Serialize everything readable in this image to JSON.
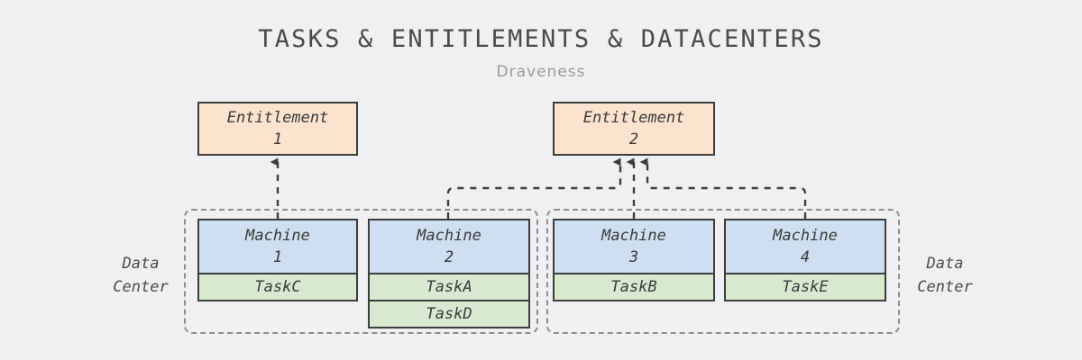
{
  "header": {
    "title": "TASKS & ENTITLEMENTS & DATACENTERS",
    "subtitle": "Draveness"
  },
  "entitlements": [
    {
      "name": "Entitlement",
      "index": "1"
    },
    {
      "name": "Entitlement",
      "index": "2"
    }
  ],
  "datacenters": [
    {
      "label_line1": "Data",
      "label_line2": "Center",
      "label_side": "left"
    },
    {
      "label_line1": "Data",
      "label_line2": "Center",
      "label_side": "right"
    }
  ],
  "machines": [
    {
      "name": "Machine",
      "index": "1",
      "tasks": [
        "TaskC"
      ]
    },
    {
      "name": "Machine",
      "index": "2",
      "tasks": [
        "TaskA",
        "TaskD"
      ]
    },
    {
      "name": "Machine",
      "index": "3",
      "tasks": [
        "TaskB"
      ]
    },
    {
      "name": "Machine",
      "index": "4",
      "tasks": [
        "TaskE"
      ]
    }
  ],
  "connections": [
    {
      "from": "Machine 1",
      "to": "Entitlement 1"
    },
    {
      "from": "Machine 2",
      "to": "Entitlement 2"
    },
    {
      "from": "Machine 3",
      "to": "Entitlement 2"
    },
    {
      "from": "Machine 4",
      "to": "Entitlement 2"
    }
  ],
  "colors": {
    "background": "#f0f0f2",
    "entitlement_fill": "#fbe3cd",
    "machine_fill": "#cddff0",
    "task_fill": "#d7ead0",
    "stroke": "#3d3d3d",
    "dashed_stroke": "#8d8d92",
    "title_text": "#4a4a4a",
    "subtitle_text": "#9a9a9e"
  }
}
